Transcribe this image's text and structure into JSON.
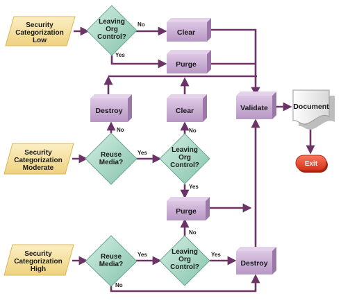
{
  "inputs": {
    "low": [
      "Security",
      "Categorization",
      "Low"
    ],
    "moderate": [
      "Security",
      "Categorization",
      "Moderate"
    ],
    "high": [
      "Security",
      "Categorization",
      "High"
    ]
  },
  "decisions": {
    "leaving_org_low": [
      "Leaving",
      "Org",
      "Control?"
    ],
    "reuse_moderate": [
      "Reuse",
      "Media?"
    ],
    "leaving_org_moderate": [
      "Leaving",
      "Org",
      "Control?"
    ],
    "reuse_high": [
      "Reuse",
      "Media?"
    ],
    "leaving_org_high": [
      "Leaving",
      "Org",
      "Control?"
    ]
  },
  "actions": {
    "clear_top": "Clear",
    "purge_top": "Purge",
    "destroy_mid": "Destroy",
    "clear_mid": "Clear",
    "validate": "Validate",
    "purge_moderate": "Purge",
    "destroy_high": "Destroy"
  },
  "outputs": {
    "document": "Document",
    "exit": "Exit"
  },
  "edge_labels": {
    "yes": "Yes",
    "no": "No"
  },
  "colors": {
    "input_fill": "#f7e3a4",
    "decision_fill": "#a9d9c7",
    "action_fill": "#c8acd2",
    "line": "#6b3366",
    "exit_fill": "#e8442c"
  }
}
